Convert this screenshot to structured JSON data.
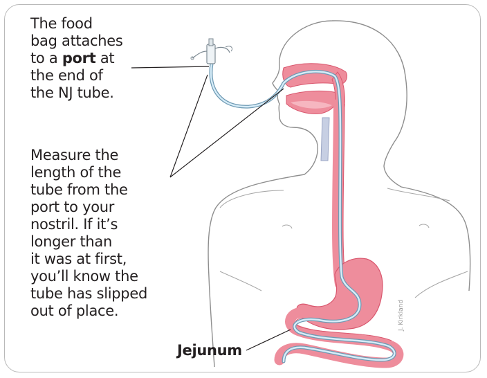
{
  "callout_port": {
    "line1": "The food",
    "line2": "bag attaches",
    "line3_pre": "to a ",
    "line3_bold": "port",
    "line3_post": " at",
    "line4": "the end of",
    "line5": "the NJ tube."
  },
  "callout_measure": {
    "lines": [
      "Measure the",
      "length of the",
      "tube from the",
      "port to your",
      "nostril. If it’s",
      "longer than",
      "it was at first,",
      "you’ll know the",
      "tube has slipped",
      "out of place."
    ]
  },
  "label_jejunum": "Jejunum",
  "signature": "J. Kirkland",
  "colors": {
    "organ_pink": "#ee8d9c",
    "organ_dark": "#d9576e",
    "outline": "#8a8a8a",
    "tube": "#b9d9ec",
    "tube_edge": "#6f9ab3",
    "frame": "#b9b9b9"
  }
}
